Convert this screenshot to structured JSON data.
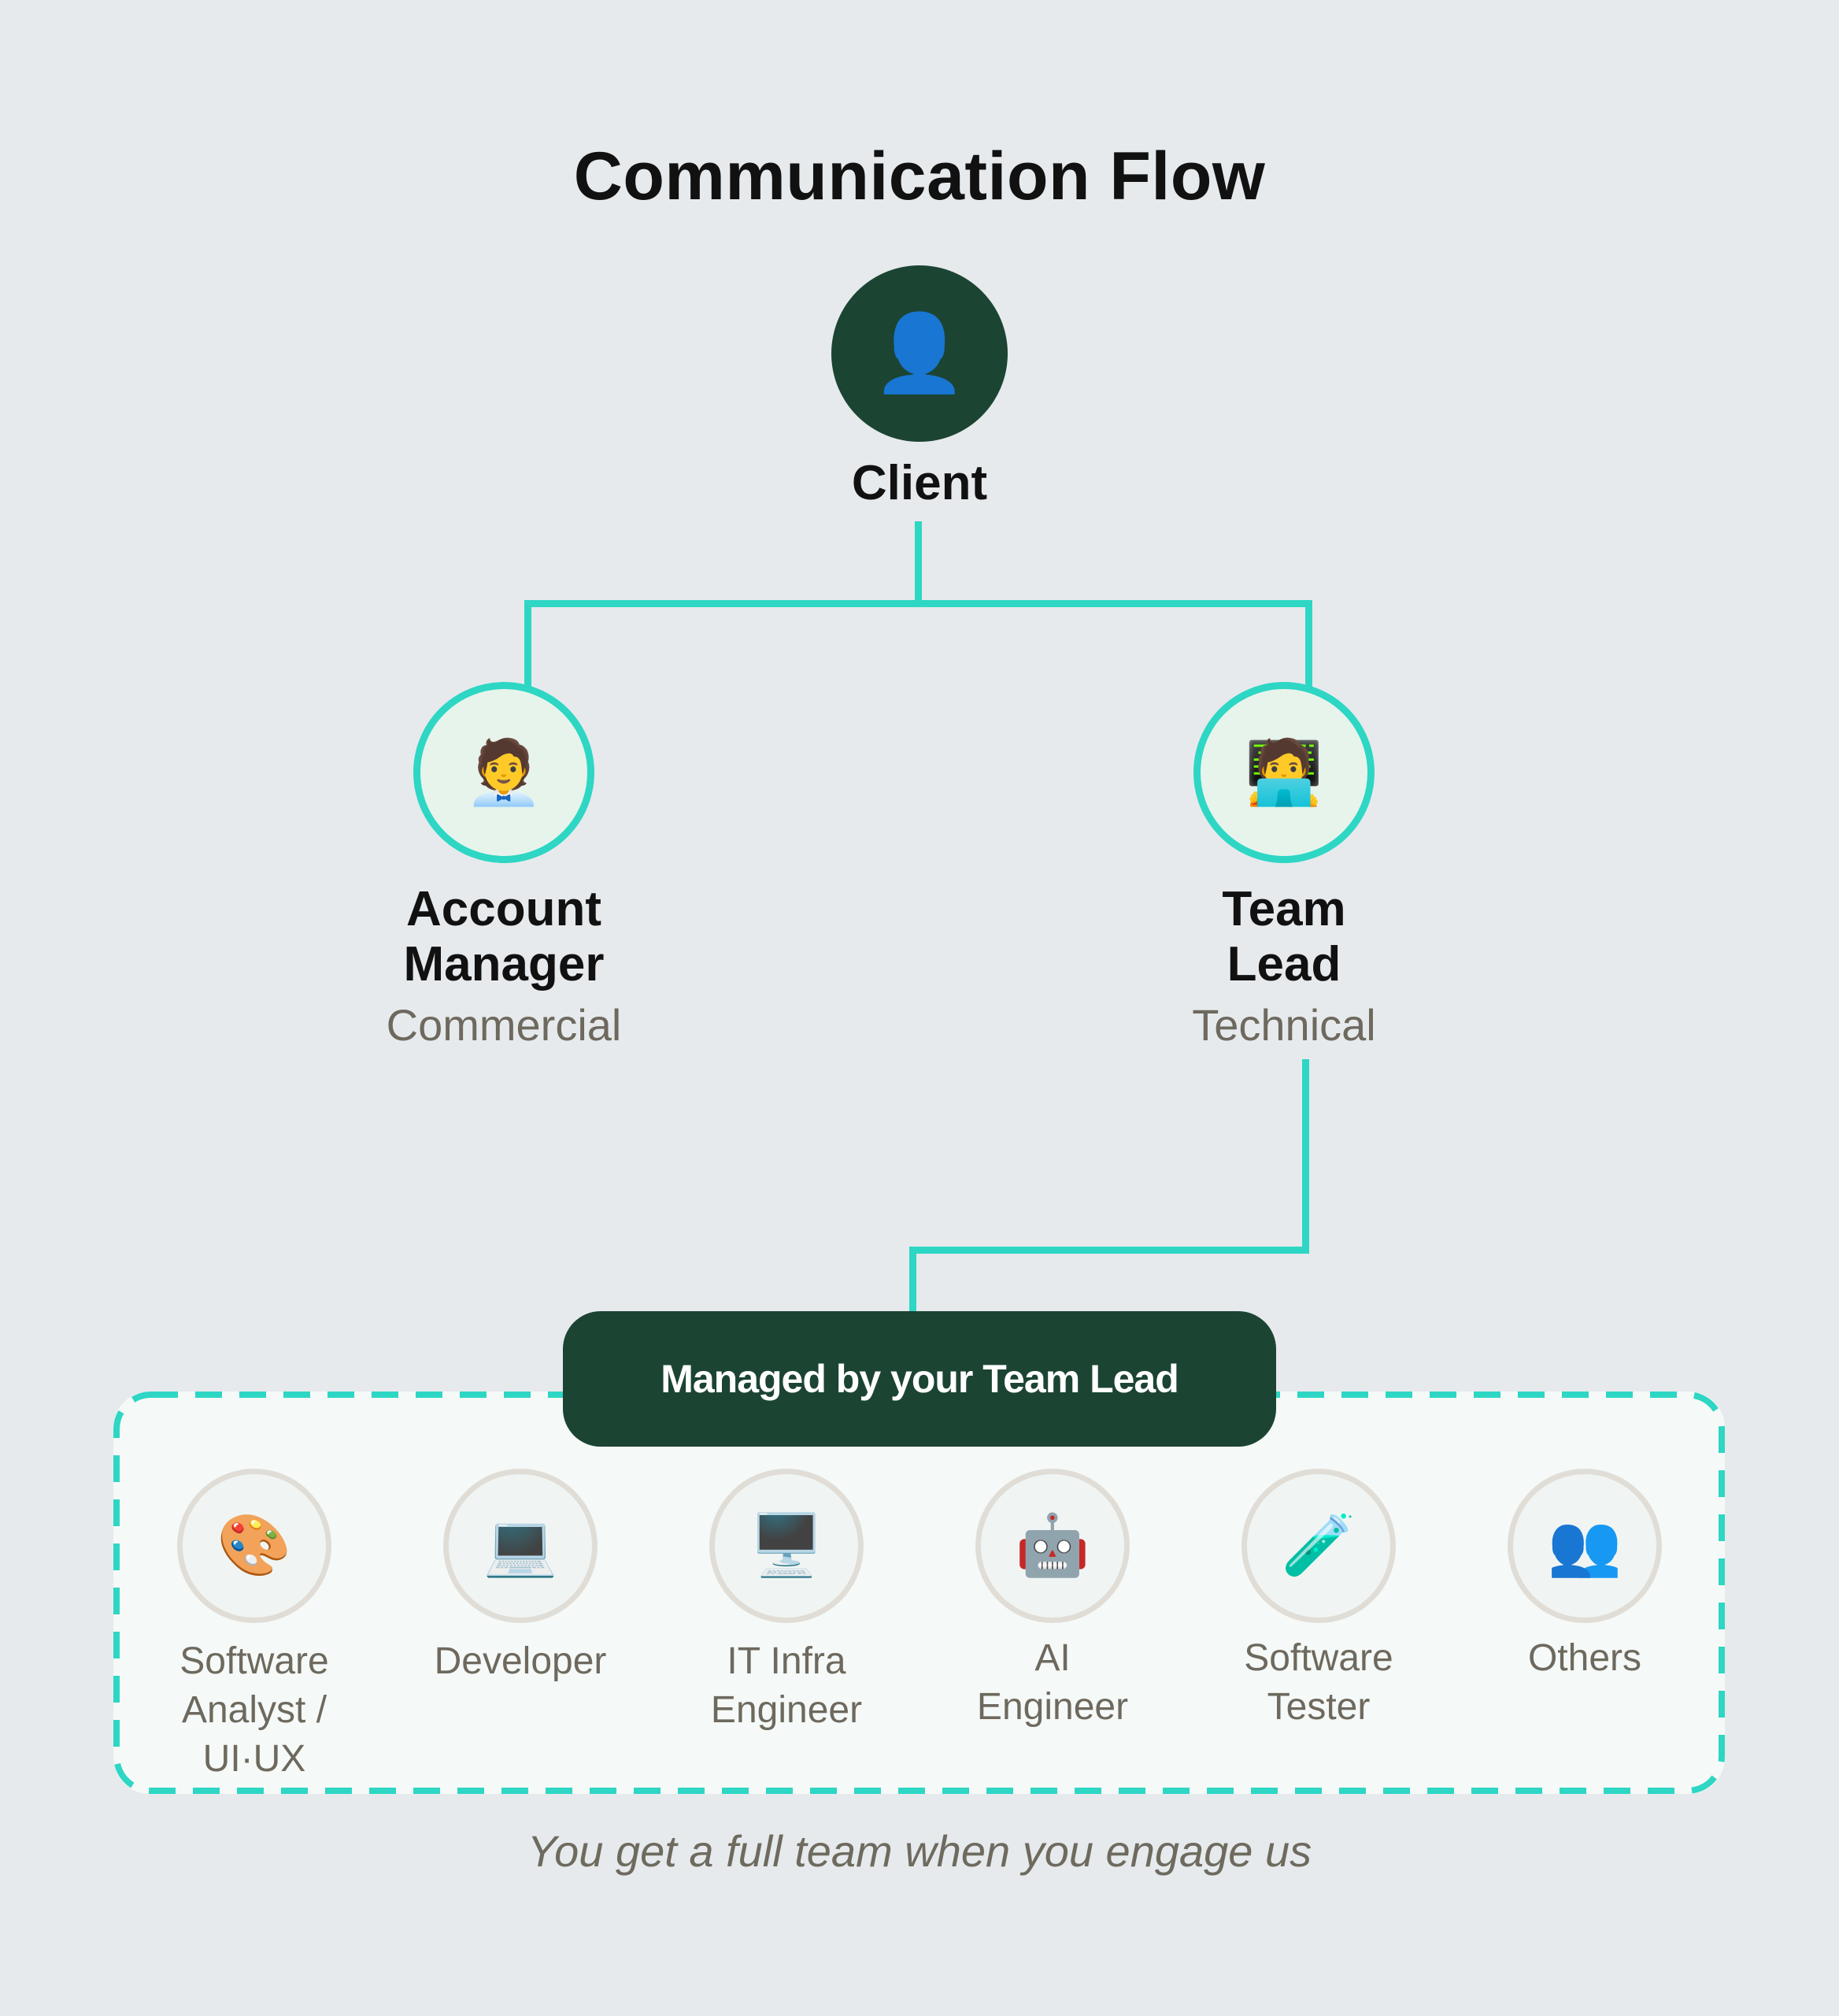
{
  "title": "Communication Flow",
  "colors": {
    "background": "#E6EAED",
    "accent": "#2ED6C4",
    "dark_green": "#1C4433",
    "text_dark": "#111111",
    "text_muted": "#6E695E"
  },
  "client": {
    "icon": "👤",
    "icon_name": "bust-silhouette-icon",
    "label": "Client"
  },
  "roles": [
    {
      "icon": "🧑‍💼",
      "icon_name": "office-worker-icon",
      "title_line1": "Account",
      "title_line2": "Manager",
      "subtitle": "Commercial"
    },
    {
      "icon": "🧑‍💻",
      "icon_name": "technologist-icon",
      "title_line1": "Team",
      "title_line2": "Lead",
      "subtitle": "Technical"
    }
  ],
  "team": {
    "banner": "Managed by your Team Lead",
    "members": [
      {
        "icon": "🎨",
        "icon_name": "artist-palette-icon",
        "label": "Software\nAnalyst /\nUI·UX"
      },
      {
        "icon": "💻",
        "icon_name": "laptop-icon",
        "label": "Developer"
      },
      {
        "icon": "🖥️",
        "icon_name": "desktop-computer-icon",
        "label": "IT Infra\nEngineer"
      },
      {
        "icon": "🤖",
        "icon_name": "robot-icon",
        "label": "AI\nEngineer"
      },
      {
        "icon": "🧪",
        "icon_name": "test-tube-icon",
        "label": "Software\nTester"
      },
      {
        "icon": "👥",
        "icon_name": "group-people-icon",
        "label": "Others"
      }
    ]
  },
  "tagline": "You get a full team when you engage us"
}
